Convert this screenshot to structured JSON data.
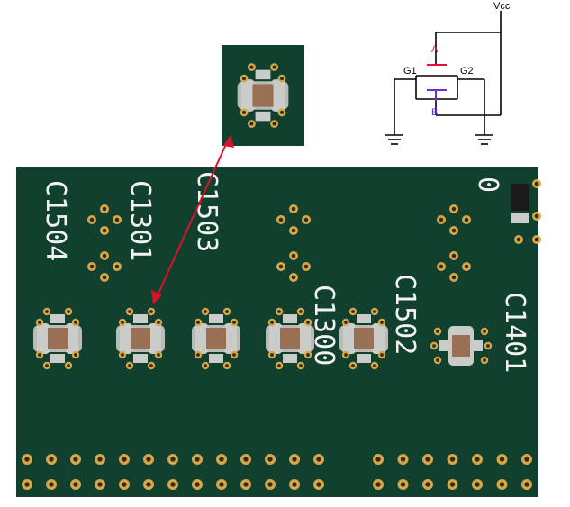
{
  "colors": {
    "board": "#12402f",
    "board_light": "#1c5a40",
    "pad": "#c9ccc8",
    "ring": "#d4a84a",
    "hole": "#3a2a15",
    "body": "#9a7055",
    "silk": "#f2f2ee",
    "arrow": "#e0102a",
    "wire": "#000000",
    "gate_a": "#e0103c",
    "gate_b": "#6a2fd0"
  },
  "schematic": {
    "vcc_label": "Vcc",
    "gate_a_label": "A",
    "gate_b_label": "B",
    "pin_g1_label": "G1",
    "pin_g2_label": "G2"
  },
  "board": {
    "designators": {
      "c1504": "C1504",
      "c1301": "C1301",
      "c1503": "C1503",
      "c1300": "C1300",
      "c1502": "C1502",
      "c1401": "C1401",
      "partial_top": "0"
    }
  }
}
